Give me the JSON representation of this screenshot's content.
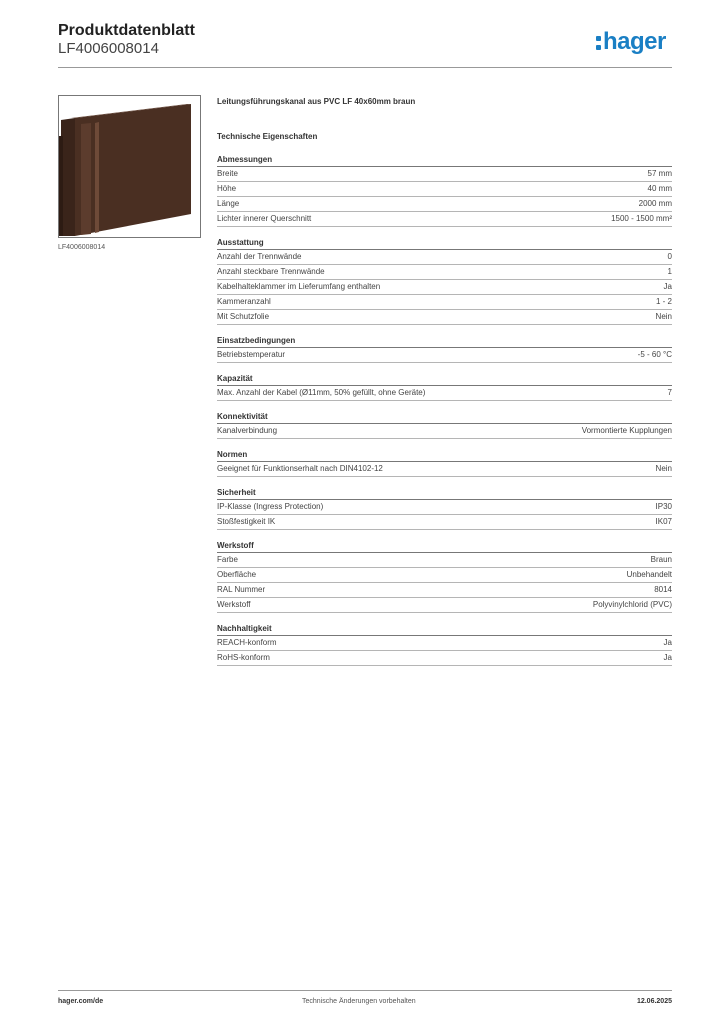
{
  "header": {
    "title": "Produktdatenblatt",
    "code": "LF4006008014",
    "logo_text": "hager"
  },
  "image": {
    "caption": "LF4006008014",
    "accent_color": "#4a2f22"
  },
  "product_title": "Leitungsführungskanal aus PVC LF 40x60mm braun",
  "section_heading": "Technische Eigenschaften",
  "sections": [
    {
      "title": "Abmessungen",
      "rows": [
        {
          "label": "Breite",
          "value": "57 mm"
        },
        {
          "label": "Höhe",
          "value": "40 mm"
        },
        {
          "label": "Länge",
          "value": "2000 mm"
        },
        {
          "label": "Lichter innerer Querschnitt",
          "value": "1500 - 1500 mm²"
        }
      ]
    },
    {
      "title": "Ausstattung",
      "rows": [
        {
          "label": "Anzahl der Trennwände",
          "value": "0"
        },
        {
          "label": "Anzahl steckbare Trennwände",
          "value": "1"
        },
        {
          "label": "Kabelhalteklammer im Lieferumfang enthalten",
          "value": "Ja"
        },
        {
          "label": "Kammeranzahl",
          "value": "1 - 2"
        },
        {
          "label": "Mit Schutzfolie",
          "value": "Nein"
        }
      ]
    },
    {
      "title": "Einsatzbedingungen",
      "rows": [
        {
          "label": "Betriebstemperatur",
          "value": "-5 - 60 °C"
        }
      ]
    },
    {
      "title": "Kapazität",
      "rows": [
        {
          "label": "Max. Anzahl der Kabel (Ø11mm, 50% gefüllt, ohne Geräte)",
          "value": "7"
        }
      ]
    },
    {
      "title": "Konnektivität",
      "rows": [
        {
          "label": "Kanalverbindung",
          "value": "Vormontierte Kupplungen"
        }
      ]
    },
    {
      "title": "Normen",
      "rows": [
        {
          "label": "Geeignet für Funktionserhalt nach DIN4102-12",
          "value": "Nein"
        }
      ]
    },
    {
      "title": "Sicherheit",
      "rows": [
        {
          "label": "IP-Klasse (Ingress Protection)",
          "value": "IP30"
        },
        {
          "label": "Stoßfestigkeit IK",
          "value": "IK07"
        }
      ]
    },
    {
      "title": "Werkstoff",
      "rows": [
        {
          "label": "Farbe",
          "value": "Braun"
        },
        {
          "label": "Oberfläche",
          "value": "Unbehandelt"
        },
        {
          "label": "RAL Nummer",
          "value": "8014"
        },
        {
          "label": "Werkstoff",
          "value": "Polyvinylchlorid (PVC)"
        }
      ]
    },
    {
      "title": "Nachhaltigkeit",
      "rows": [
        {
          "label": "REACH-konform",
          "value": "Ja"
        },
        {
          "label": "RoHS-konform",
          "value": "Ja"
        }
      ]
    }
  ],
  "footer": {
    "website": "hager.com/de",
    "note": "Technische Änderungen vorbehalten",
    "date": "12.06.2025"
  }
}
